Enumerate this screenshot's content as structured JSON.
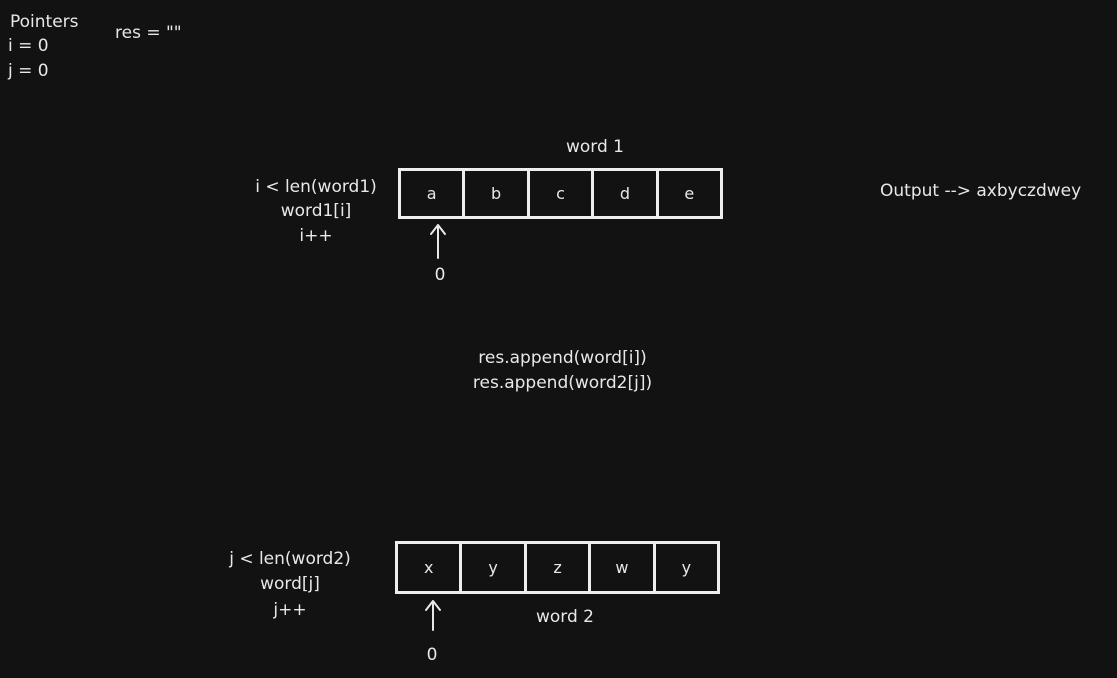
{
  "pointers": {
    "title": "Pointers",
    "i_init": "i = 0",
    "j_init": "j = 0",
    "res_init": "res = \"\""
  },
  "word1": {
    "label": "word 1",
    "cells": [
      "a",
      "b",
      "c",
      "d",
      "e"
    ],
    "pointer_index": "0",
    "conditions": [
      "i < len(word1)",
      "word1[i]",
      "i++"
    ]
  },
  "word2": {
    "label": "word 2",
    "cells": [
      "x",
      "y",
      "z",
      "w",
      "y"
    ],
    "pointer_index": "0",
    "conditions": [
      "j < len(word2)",
      "word[j]",
      "j++"
    ]
  },
  "ops": [
    "res.append(word[i])",
    "res.append(word2[j])"
  ],
  "output": "Output --> axbyczdwey",
  "colors": {
    "background": "#121212",
    "stroke": "#eeeeee",
    "text": "#e8e8e8"
  }
}
